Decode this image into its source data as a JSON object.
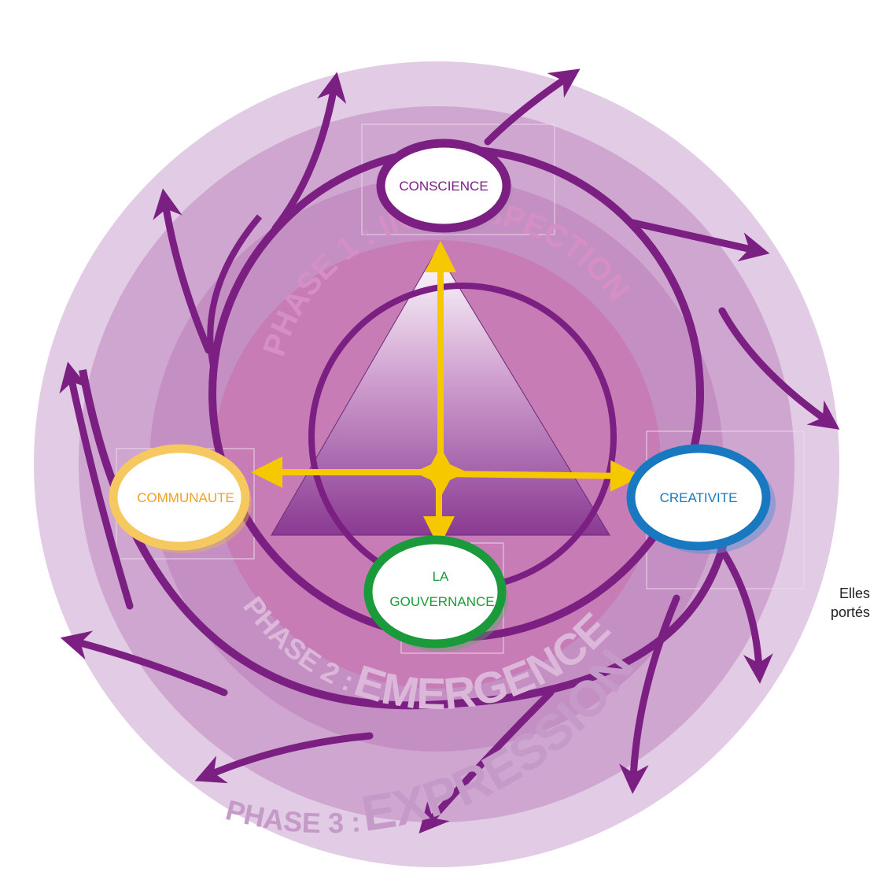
{
  "nodes": {
    "top": {
      "label": "CONSCIENCE",
      "color": "#7b1f82"
    },
    "left": {
      "label": "COMMUNAUTE",
      "color": "#f0a020"
    },
    "right": {
      "label": "CREATIVITE",
      "color": "#1878c0"
    },
    "bottom": {
      "label_line1": "LA",
      "label_line2": "GOUVERNANCE",
      "color": "#1a9a3a"
    }
  },
  "phases": {
    "phase1": {
      "prefix": "PHASE 1 :",
      "name": "INTROSPECTION"
    },
    "phase2": {
      "prefix": "PHASE 2 :",
      "name": "EMERGENCE"
    },
    "phase3": {
      "prefix": "PHASE 3 :",
      "name": "EXPRESSION"
    }
  },
  "side_text": {
    "line1": "Elles",
    "line2": "portés"
  },
  "colors": {
    "outer_ring": "#e2cbe4",
    "middle_ring": "#cfa6d0",
    "inner_ring": "#c77cb5",
    "arrow_purple": "#7b1f82",
    "axis_yellow": "#f6c800"
  }
}
